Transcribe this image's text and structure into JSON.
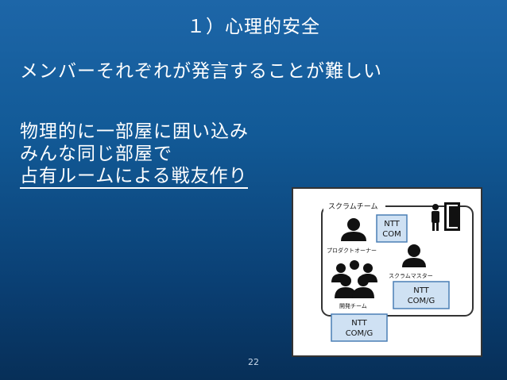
{
  "slide": {
    "title": "１）心理的安全",
    "subtitle": "メンバーそれぞれが発言することが難しい",
    "lines": [
      "物理的に一部屋に囲い込み",
      "みんな同じ部屋で",
      "占有ルームによる戦友作り"
    ],
    "page_number": "22"
  },
  "diagram": {
    "group_label": "スクラムチーム",
    "roles": {
      "product_owner": "プロダクトオーナー",
      "scrum_master": "スクラムマスター",
      "dev_team": "開発チーム"
    },
    "tags": {
      "po_tag_line1": "NTT",
      "po_tag_line2": "COM",
      "sm_tag_line1": "NTT",
      "sm_tag_line2": "COM/G",
      "dev_tag_line1": "NTT",
      "dev_tag_line2": "COM/G"
    },
    "colors": {
      "tag_fill": "#cfe1f3",
      "tag_border": "#4a7fb5",
      "figure": "#111111"
    }
  }
}
